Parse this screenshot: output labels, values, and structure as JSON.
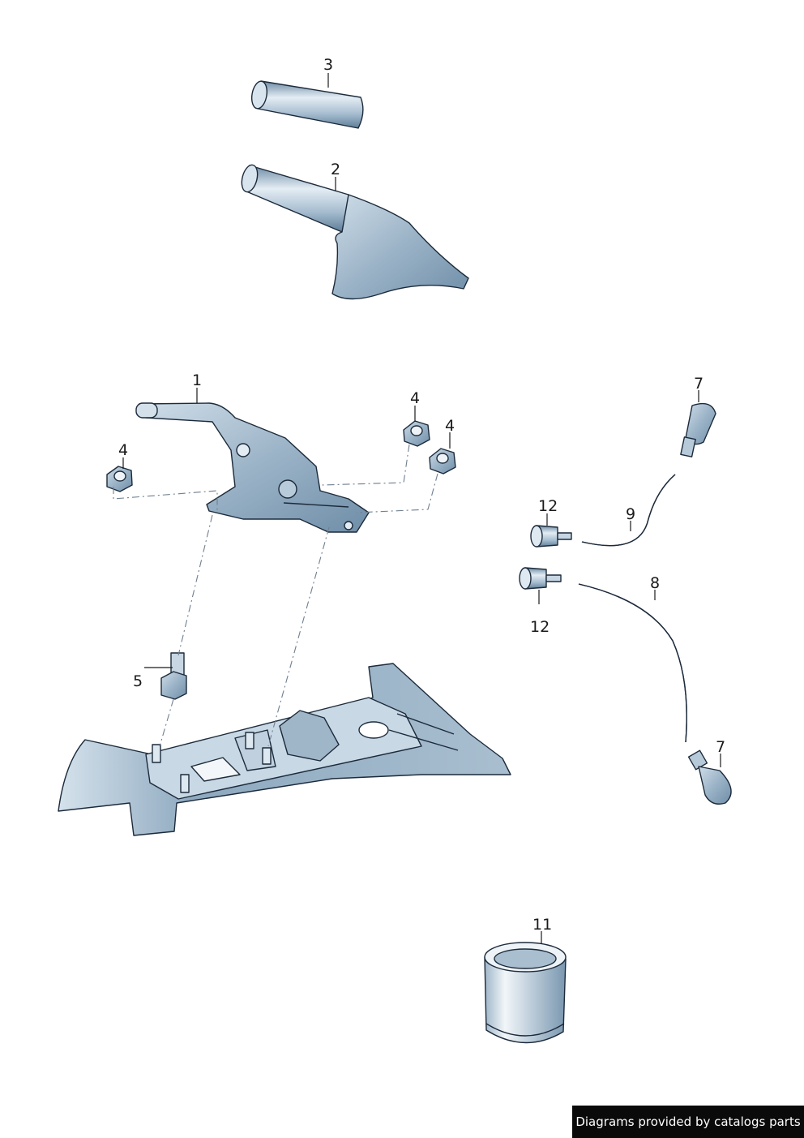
{
  "callouts": {
    "c1": "1",
    "c2": "2",
    "c3": "3",
    "c4a": "4",
    "c4b": "4",
    "c4c": "4",
    "c5": "5",
    "c7a": "7",
    "c7b": "7",
    "c8": "8",
    "c9": "9",
    "c11": "11",
    "c12a": "12",
    "c12b": "12"
  },
  "watermark": "Diagrams provided by catalogs parts",
  "colors": {
    "part_fill": "#8fa8bd",
    "part_light": "#dde8f1",
    "outline": "#1c2a3a",
    "watermark_bg": "#0a0a0a"
  }
}
